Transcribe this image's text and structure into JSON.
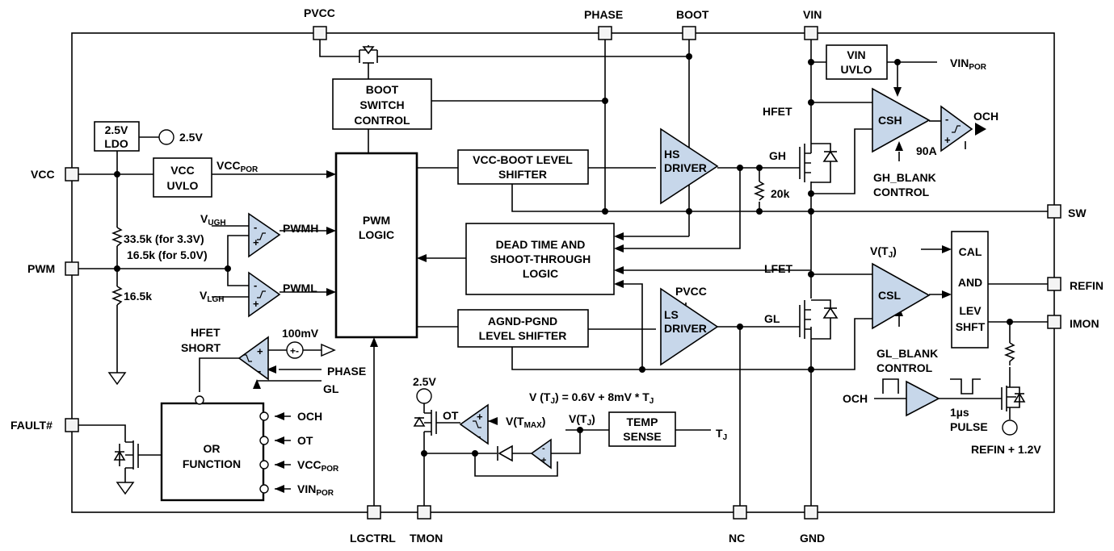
{
  "pins": {
    "pvcc": "PVCC",
    "phase": "PHASE",
    "boot": "BOOT",
    "vin": "VIN",
    "vcc": "VCC",
    "pwm": "PWM",
    "fault": "FAULT#",
    "sw": "SW",
    "refin": "REFIN",
    "imon": "IMON",
    "lgctrl": "LGCTRL",
    "tmon": "TMON",
    "nc": "NC",
    "gnd": "GND"
  },
  "blocks": {
    "boot_switch": [
      "BOOT",
      "SWITCH",
      "CONTROL"
    ],
    "ldo": [
      "2.5V",
      "LDO"
    ],
    "vcc_uvlo": [
      "VCC",
      "UVLO"
    ],
    "pwm_logic": [
      "PWM",
      "LOGIC"
    ],
    "vcc_boot_shifter": [
      "VCC-BOOT LEVEL",
      "SHIFTER"
    ],
    "dead_time": [
      "DEAD TIME AND",
      "SHOOT-THROUGH",
      "LOGIC"
    ],
    "agnd_pgnd_shifter": [
      "AGND-PGND",
      "LEVEL SHIFTER"
    ],
    "vin_uvlo": [
      "VIN",
      "UVLO"
    ],
    "cal": [
      "CAL",
      "AND",
      "LEV",
      "SHFT"
    ],
    "or_function": [
      "OR",
      "FUNCTION"
    ],
    "temp_sense": [
      "TEMP",
      "SENSE"
    ]
  },
  "amps": {
    "hs_driver": [
      "HS",
      "DRIVER"
    ],
    "ls_driver": [
      "LS",
      "DRIVER"
    ],
    "csh": "CSH",
    "csl": "CSL"
  },
  "labels": {
    "ldo_out": "2.5V",
    "vcc_por": {
      "main": "VCC",
      "sub": "POR"
    },
    "vugh": {
      "main": "V",
      "sub": "UGH"
    },
    "vlgh": {
      "main": "V",
      "sub": "LGH"
    },
    "pwmh": "PWMH",
    "pwml": "PWML",
    "r1": "33.5k (for 3.3V)",
    "r1b": "16.5k (for 5.0V)",
    "r2": "16.5k",
    "hfet_short": [
      "HFET",
      "SHORT"
    ],
    "mv100": "100mV",
    "cmp_phase": "PHASE",
    "cmp_gl": "GL",
    "or_in": [
      "OCH",
      "OT",
      "VCC",
      "VIN"
    ],
    "or_in_sub": [
      "",
      "",
      "POR",
      "POR"
    ],
    "tmon_25": "2.5V",
    "ot": "OT",
    "vtmax": {
      "main": "V(T",
      "sub": "MAX",
      "tail": ")"
    },
    "vtj": {
      "main": "V(T",
      "sub": "J",
      "tail": ")"
    },
    "formula": {
      "a": "V (T",
      "sub": "J",
      "b": ") = 0.6V + 8mV * T",
      "sub2": "J"
    },
    "tj": {
      "main": "T",
      "sub": "J"
    },
    "ls_pvcc": "PVCC",
    "hfet": "HFET",
    "lfet": "LFET",
    "gh": "GH",
    "gl": "GL",
    "r20k": "20k",
    "vin_por": {
      "main": "VIN",
      "sub": "POR"
    },
    "och": "OCH",
    "a90": "90A",
    "gh_blank": [
      "GH_BLANK",
      "CONTROL"
    ],
    "gl_blank": [
      "GL_BLANK",
      "CONTROL"
    ],
    "cal_vtj": {
      "main": "V(T",
      "sub": "J",
      "tail": ")"
    },
    "och_in": "OCH",
    "pulse": [
      "1µs",
      "PULSE"
    ],
    "refin_12": "REFIN + 1.2V"
  },
  "colors": {
    "amp_fill": "#c7d7ea",
    "wire": "#000000"
  }
}
